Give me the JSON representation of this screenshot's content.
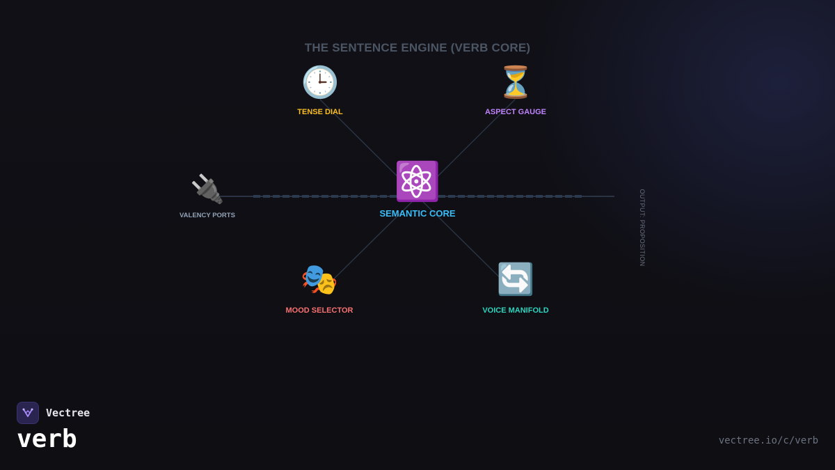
{
  "diagram": {
    "title": "THE SENTENCE ENGINE (VERB CORE)",
    "output_label": "OUTPUT: PROPOSITION",
    "colors": {
      "wire": "#2a3444",
      "bus": "#2c3a4f",
      "title": "#4b5563"
    },
    "nodes": {
      "tense": {
        "label": "TENSE DIAL",
        "icon": "🕒",
        "icon_name": "clock-icon",
        "color": "#fbbf24"
      },
      "aspect": {
        "label": "ASPECT GAUGE",
        "icon": "⏳",
        "icon_name": "hourglass-icon",
        "color": "#c084fc"
      },
      "valency": {
        "label": "VALENCY PORTS",
        "icon": "🔌",
        "icon_name": "plug-icon",
        "color": "#94a3b8"
      },
      "core": {
        "label": "SEMANTIC CORE",
        "icon": "⚛️",
        "icon_name": "atom-icon",
        "color": "#38bdf8"
      },
      "mood": {
        "label": "MOOD SELECTOR",
        "icon": "🎭",
        "icon_name": "theater-masks-icon",
        "color": "#f87171"
      },
      "voice": {
        "label": "VOICE MANIFOLD",
        "icon": "🔄",
        "icon_name": "cycle-arrows-icon",
        "color": "#2dd4bf"
      }
    }
  },
  "brand": {
    "name": "Vectree",
    "word": "verb",
    "url": "vectree.io/c/verb",
    "logo_icon": "vectree-logo-icon",
    "logo_color": "#a78bfa"
  }
}
